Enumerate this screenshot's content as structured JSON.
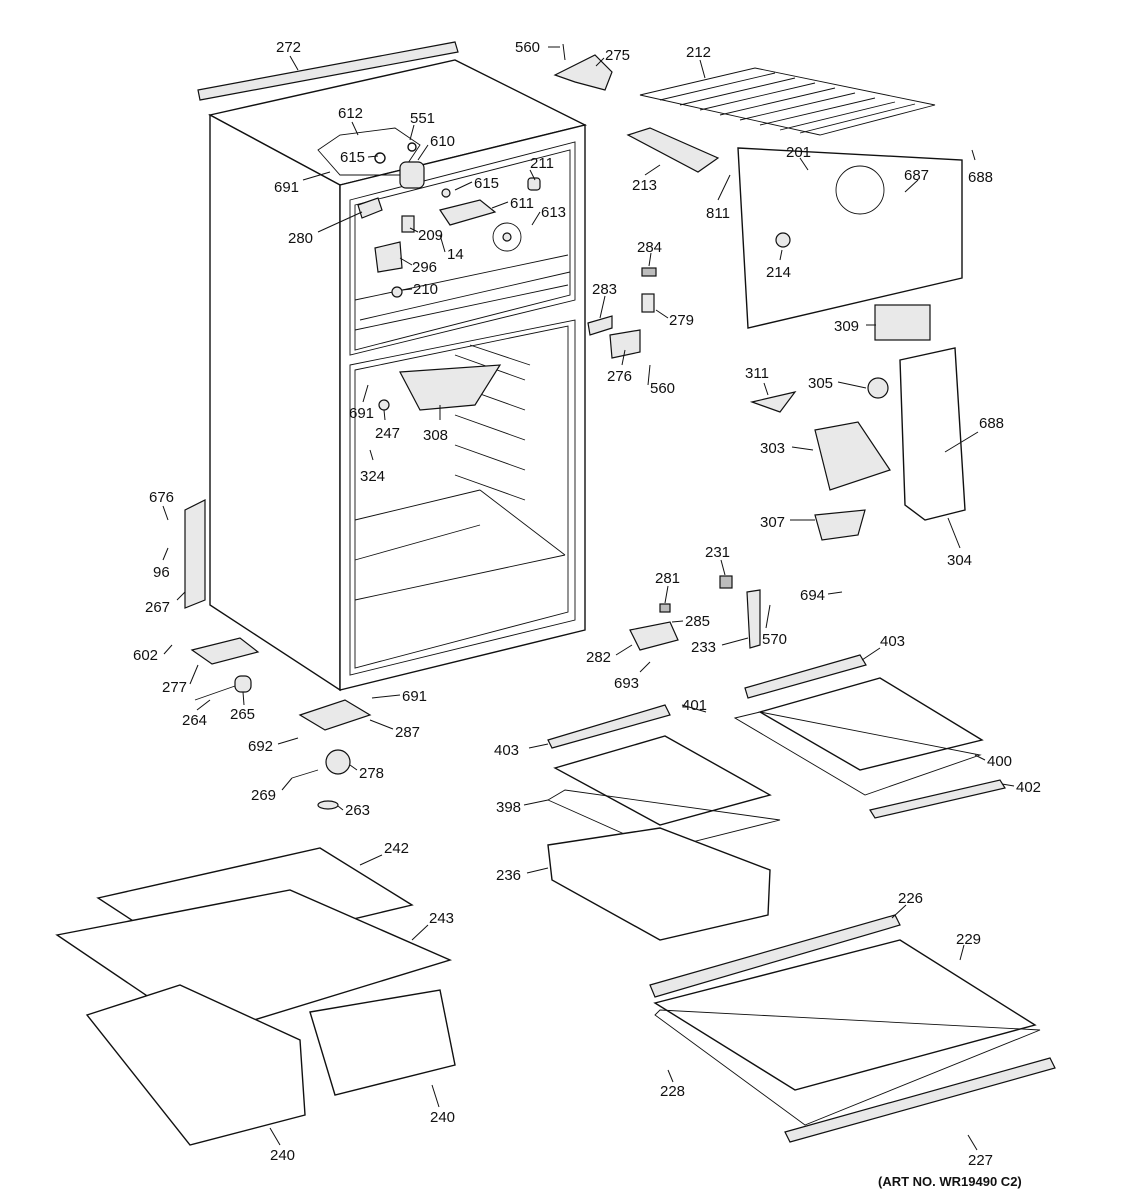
{
  "labels": {
    "p272": "272",
    "p560a": "560",
    "p275": "275",
    "p212": "212",
    "p612": "612",
    "p551": "551",
    "p615a": "615",
    "p610": "610",
    "p691a": "691",
    "p211": "211",
    "p615b": "615",
    "p611": "611",
    "p613": "613",
    "p213": "213",
    "p201": "201",
    "p687": "687",
    "p688a": "688",
    "p811": "811",
    "p280": "280",
    "p209": "209",
    "p14": "14",
    "p296": "296",
    "p210": "210",
    "p284": "284",
    "p214": "214",
    "p283": "283",
    "p279": "279",
    "p309": "309",
    "p276": "276",
    "p560b": "560",
    "p311": "311",
    "p305": "305",
    "p691b": "691",
    "p247": "247",
    "p308": "308",
    "p324": "324",
    "p688b": "688",
    "p303": "303",
    "p676": "676",
    "p96": "96",
    "p267": "267",
    "p307": "307",
    "p304": "304",
    "p231": "231",
    "p281": "281",
    "p694": "694",
    "p285": "285",
    "p570": "570",
    "p233": "233",
    "p282": "282",
    "p693": "693",
    "p602": "602",
    "p277": "277",
    "p691c": "691",
    "p264": "264",
    "p265": "265",
    "p403a": "403",
    "p401": "401",
    "p287": "287",
    "p692": "692",
    "p403b": "403",
    "p400": "400",
    "p278": "278",
    "p269": "269",
    "p402": "402",
    "p263": "263",
    "p398": "398",
    "p242": "242",
    "p236": "236",
    "p243": "243",
    "p226": "226",
    "p229": "229",
    "p228": "228",
    "p240a": "240",
    "p240b": "240",
    "p227": "227"
  },
  "art_number": "(ART NO. WR19490 C2)"
}
